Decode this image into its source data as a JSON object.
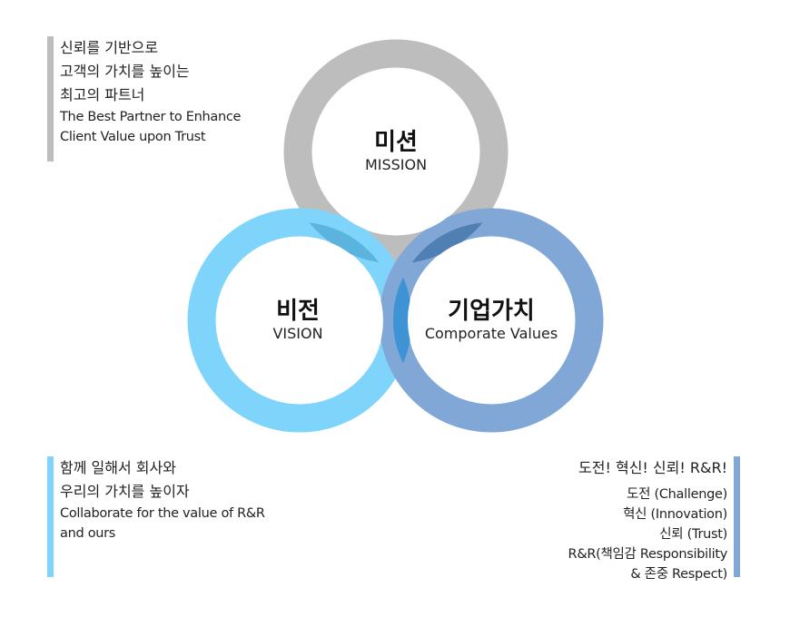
{
  "diagram": {
    "mission": {
      "title": "미션",
      "subtitle": "MISSION",
      "color": "#bdbdbd"
    },
    "vision": {
      "title": "비전",
      "subtitle": "VISION",
      "color": "#7fd4fb"
    },
    "values": {
      "title": "기업가치",
      "subtitle": "Comporate Values",
      "color": "#80a7d6"
    },
    "overlap_color": "#3d93d3"
  },
  "mission_text": {
    "lines_ko": [
      "신뢰를 기반으로",
      "고객의 가치를 높이는",
      "최고의 파트너"
    ],
    "lines_en": [
      "The Best Partner to Enhance",
      "Client Value upon Trust"
    ]
  },
  "vision_text": {
    "lines_ko": [
      "함께 일해서 회사와",
      "우리의 가치를 높이자"
    ],
    "lines_en": [
      "Collaborate for the value of R&R",
      "and ours"
    ]
  },
  "values_text": {
    "heading": "도전! 혁신! 신뢰! R&R!",
    "items": [
      "도전 (Challenge)",
      "혁신 (Innovation)",
      "신뢰 (Trust)",
      "R&R(책임감 Responsibility",
      "& 존중 Respect)"
    ]
  }
}
